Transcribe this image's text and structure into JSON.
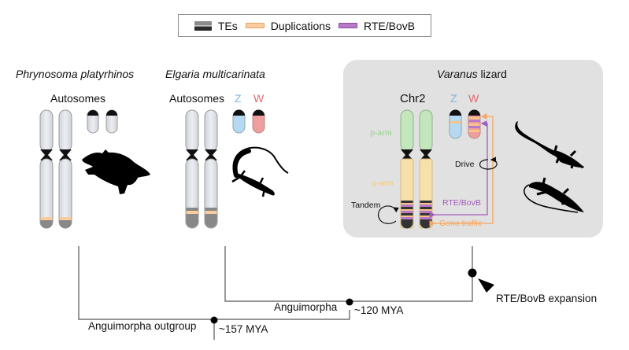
{
  "legend": {
    "items": [
      {
        "label": "TEs",
        "icon": "tes-swatch"
      },
      {
        "label": "Duplications",
        "icon": "duplications-swatch",
        "color": "#f9cd9e"
      },
      {
        "label": "RTE/BovB",
        "icon": "rte-bovb-swatch",
        "color": "#b77ac9"
      }
    ]
  },
  "panels": {
    "phrynosoma": {
      "species": "Phrynosoma platyrhinos",
      "chrom_label": "Autosomes",
      "silhouette": "horned-lizard-silhouette"
    },
    "elgaria": {
      "species": "Elgaria multicarinata",
      "chrom_label": "Autosomes",
      "z_label": "Z",
      "w_label": "W",
      "silhouette": "alligator-lizard-silhouette"
    },
    "varanus": {
      "species_italic": "Varanus",
      "species_rest": " lizard",
      "chrom_label": "Chr2",
      "z_label": "Z",
      "w_label": "W",
      "p_arm": "p-arm",
      "q_arm": "q-arm",
      "tandem": "Tandem",
      "drive": "Drive",
      "rte_arrow": "RTE/BovB",
      "gene_traffic": "Gene traffic",
      "silhouette": "monitor-lizard-silhouettes"
    }
  },
  "tree": {
    "outgroup_label": "Anguimorpha outgroup",
    "outgroup_age": "~157 MYA",
    "anguimorpha_label": "Anguimorpha",
    "anguimorpha_age": "~120 MYA",
    "expansion_label": "RTE/BovB expansion"
  },
  "colors": {
    "z_blue": "#7fb8e6",
    "w_red": "#e06a6a",
    "p_arm_green": "#a8d8a0",
    "q_arm_yellow": "#f4dca0",
    "rte_purple": "#a35bbb",
    "gene_orange": "#f5a762",
    "box_gray": "#e1e1e1"
  }
}
